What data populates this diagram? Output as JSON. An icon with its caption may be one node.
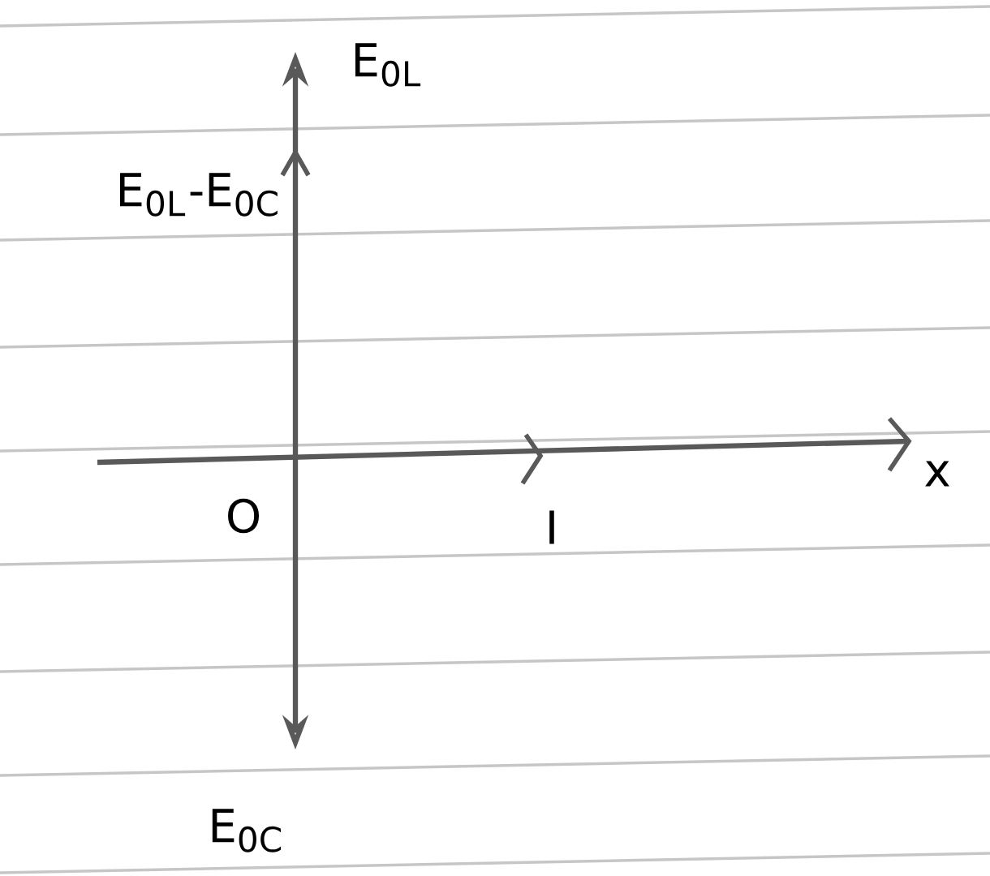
{
  "diagram": {
    "labels": [
      "E$_{0L}$",
      "E$_{0L}$-E$_{0C}$",
      "O",
      "I",
      "x",
      "E$_{0C}$"
    ]
  }
}
